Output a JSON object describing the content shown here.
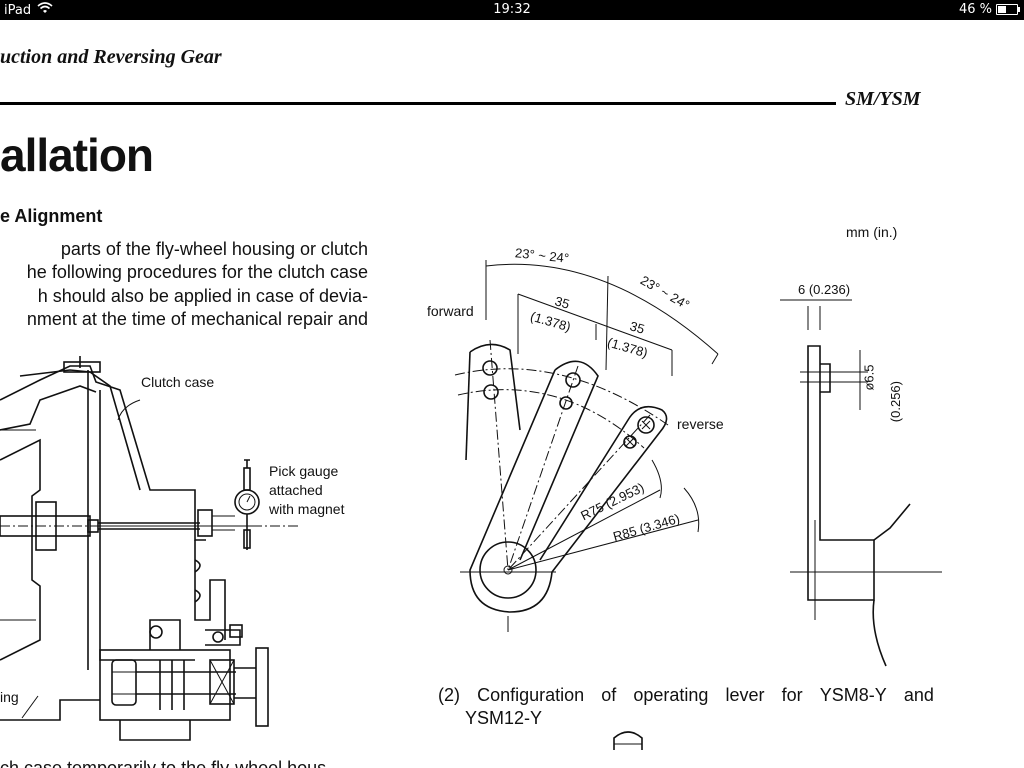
{
  "status_bar": {
    "device": "iPad",
    "time": "19:32",
    "battery": "46 %",
    "battery_level": 0.46,
    "icons": [
      "wifi-icon",
      "battery-icon"
    ]
  },
  "header": {
    "chapter": "uction and Reversing Gear",
    "model": "SM/YSM"
  },
  "section_title": "allation",
  "subheading": "e Alignment",
  "body_lines": [
    "parts of the fly-wheel housing or clutch",
    "he following procedures for the clutch case",
    "h should also be applied in case of devia-",
    "nment at the time of mechanical repair and"
  ],
  "bottom_text": "ch case temporarily to the fly-wheel hous",
  "figure1": {
    "labels": {
      "clutch_case": "Clutch case",
      "pick_gauge_1": "Pick gauge",
      "pick_gauge_2": "attached",
      "pick_gauge_3": "with magnet",
      "housing": "ing"
    }
  },
  "figure2": {
    "units": "mm (in.)",
    "angle_1": "23° ~ 24°",
    "angle_2": "23° ~ 24°",
    "dim_35_a": "35",
    "dim_35_a_in": "(1.378)",
    "dim_35_b": "35",
    "dim_35_b_in": "(1.378)",
    "forward": "forward",
    "reverse": "reverse",
    "r75": "R75 (2.953)",
    "r85": "R85 (3.346)",
    "dim_6": "6 (0.236)",
    "dia_65": "ø6.5",
    "dia_65_in": "(0.256)",
    "caption_num": "(2)",
    "caption_words": [
      "Configuration",
      "of",
      "operating",
      "lever",
      "for",
      "YSM8-Y",
      "and"
    ],
    "caption_line2": "YSM12-Y"
  }
}
